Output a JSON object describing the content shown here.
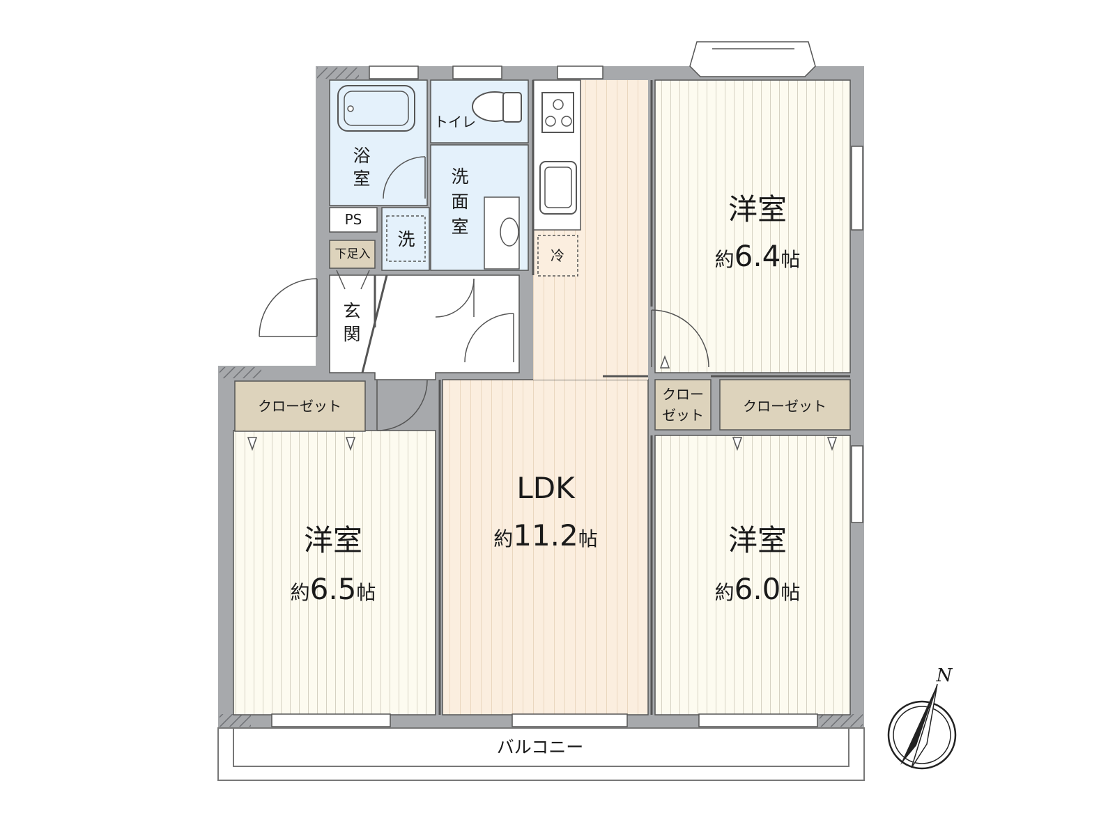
{
  "rooms": {
    "west_bedroom": {
      "name": "洋室",
      "size_prefix": "約",
      "size_value": "6.5",
      "size_suffix": "帖"
    },
    "ldk": {
      "name": "LDK",
      "size_prefix": "約",
      "size_value": "11.2",
      "size_suffix": "帖"
    },
    "northeast_bedroom": {
      "name": "洋室",
      "size_prefix": "約",
      "size_value": "6.4",
      "size_suffix": "帖"
    },
    "southeast_bedroom": {
      "name": "洋室",
      "size_prefix": "約",
      "size_value": "6.0",
      "size_suffix": "帖"
    }
  },
  "utility": {
    "bath_line1": "浴",
    "bath_line2": "室",
    "toilet": "トイレ",
    "washroom_line1": "洗",
    "washroom_line2": "面",
    "washroom_line3": "室",
    "laundry": "洗",
    "pipe_space": "PS",
    "shoe_storage": "下足入",
    "entrance_line1": "玄",
    "entrance_line2": "関",
    "fridge": "冷"
  },
  "closets": {
    "west": "クローゼット",
    "small_line1": "クロー",
    "small_line2": "ゼット",
    "east": "クローゼット"
  },
  "balcony": "バルコニー",
  "compass": {
    "label": "N"
  },
  "colors": {
    "wall": "#a7a9ac",
    "bedroom_floor": "#fdfbf0",
    "ldk_floor": "#fbeedf",
    "wet_area": "#e4f1fb",
    "closet": "#ddd3bc",
    "plank_line": "#d6d2c3"
  }
}
